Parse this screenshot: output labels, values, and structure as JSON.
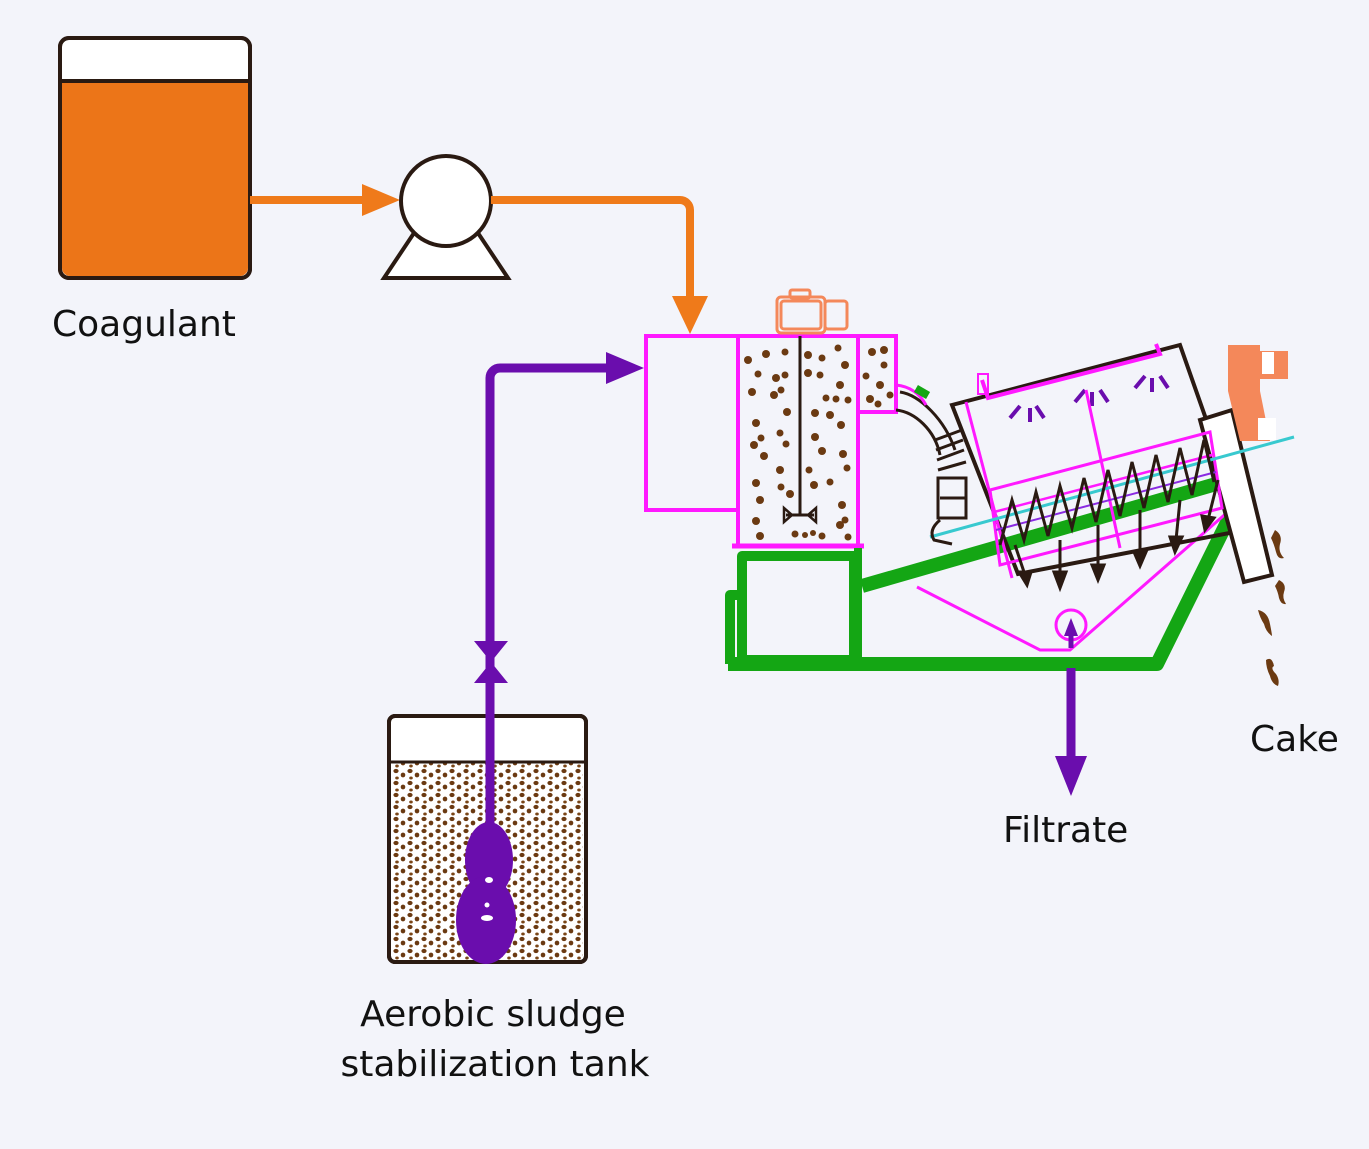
{
  "labels": {
    "coagulant": "Coagulant",
    "aerobic_tank_line1": "Aerobic sludge",
    "aerobic_tank_line2": "stabilization tank",
    "filtrate": "Filtrate",
    "cake": "Cake"
  },
  "colors": {
    "background": "#f3f4fa",
    "coagulant_fill": "#ec7518",
    "coagulant_line": "#ef7a1a",
    "sludge_line": "#6a0dad",
    "mixing_tank": "#ff19ff",
    "frame": "#14a614",
    "motor": "#f4885a",
    "shaft": "#38c9cf",
    "outline": "#2a1a12",
    "sludge_particles": "#6b3a12"
  },
  "components": [
    {
      "name": "coagulant-tank",
      "label_ref": "coagulant"
    },
    {
      "name": "dosing-pump"
    },
    {
      "name": "flocculation-mixing-tank"
    },
    {
      "name": "screw-press-dewatering-unit"
    },
    {
      "name": "feed-valve"
    },
    {
      "name": "aerobic-sludge-tank",
      "label_ref": "aerobic_tank"
    },
    {
      "name": "filtrate-outlet",
      "label_ref": "filtrate"
    },
    {
      "name": "cake-discharge",
      "label_ref": "cake"
    }
  ],
  "flows": [
    {
      "from": "coagulant-tank",
      "to": "dosing-pump"
    },
    {
      "from": "dosing-pump",
      "to": "flocculation-mixing-tank"
    },
    {
      "from": "aerobic-sludge-tank",
      "to": "flocculation-mixing-tank",
      "via": "feed-valve"
    },
    {
      "from": "screw-press-dewatering-unit",
      "to": "filtrate-outlet"
    },
    {
      "from": "screw-press-dewatering-unit",
      "to": "cake-discharge"
    }
  ]
}
